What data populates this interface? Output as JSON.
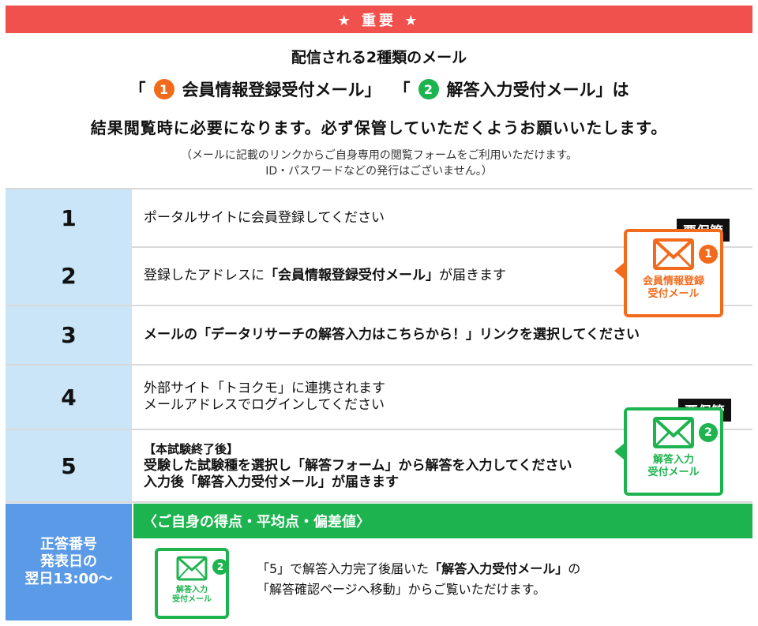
{
  "banner": "★ 重要 ★",
  "headline": {
    "line1": "配信される2種類のメール",
    "line2_open1": "「",
    "line2_num1": "1",
    "line2_mail1": "会員情報登録受付メール」",
    "line2_open2": "「",
    "line2_num2": "2",
    "line2_mail2": "解答入力受付メール」は",
    "line3": "結果閲覧時に必要になります。必ず保管していただくようお願いいたします。"
  },
  "note": {
    "line1": "（メールに記載のリンクからご自身専用の閲覧フォームをご利用いただけます。",
    "line2": "ID・パスワードなどの発行はございません。）"
  },
  "steps": [
    {
      "num": "1",
      "text": "ポータルサイトに会員登録してください"
    },
    {
      "num": "2",
      "pre": "登録したアドレスに",
      "bold": "「会員情報登録受付メール」",
      "post": "が届きます"
    },
    {
      "num": "3",
      "text": "メールの「データリサーチの解答入力はこちらから！」リンクを選択してください"
    },
    {
      "num": "4",
      "line1": "外部サイト「トヨクモ」に連携されます",
      "line2": "メールアドレスでログインしてください"
    },
    {
      "num": "5",
      "line1": "【本試験終了後】",
      "line2": "受験した試験種を選択し「解答フォーム」から解答を入力してください",
      "line3": "入力後「解答入力受付メール」が届きます"
    }
  ],
  "badges": {
    "keep_label": "要保管",
    "mail1": {
      "num": "1",
      "line1": "会員情報登録",
      "line2": "受付メール",
      "color": "#f26b1d"
    },
    "mail2": {
      "num": "2",
      "line1": "解答入力",
      "line2": "受付メール",
      "color": "#1db34f"
    }
  },
  "publish": {
    "line1": "正答番号",
    "line2": "発表日の",
    "line3": "翌日13:00〜"
  },
  "score": {
    "header": "〈ご自身の得点・平均点・偏差値〉",
    "mail": {
      "num": "2",
      "line1": "解答入力",
      "line2": "受付メール"
    },
    "line1_pre": "「5」で解答入力完了後届いた",
    "line1_bold": "「解答入力受付メール」",
    "line1_post": "の",
    "line2": "「解答確認ページへ移動」からご覧いただけます。"
  },
  "colors": {
    "banner": "#f0514d",
    "orange": "#f26b1d",
    "green": "#1db34f",
    "step_bg": "#c9e5f7",
    "publish_bg": "#5b9ae6"
  }
}
